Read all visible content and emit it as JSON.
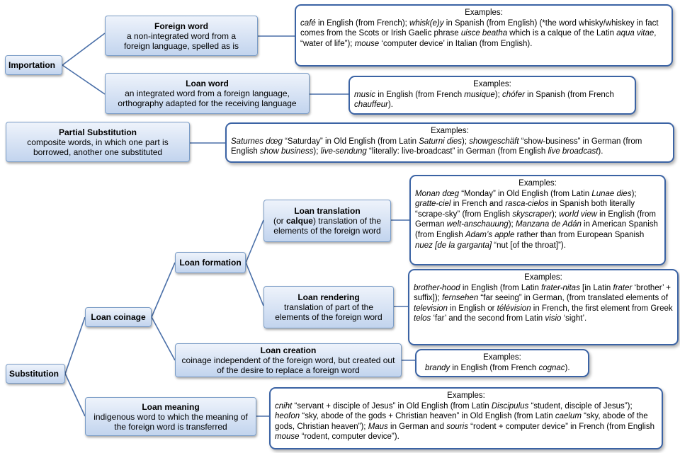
{
  "examples_heading": "Examples:",
  "importation": {
    "label": "Importation",
    "foreign_word": {
      "title": "Foreign word",
      "desc": "a non-integrated word from a foreign language, spelled as is",
      "examples_html": "<i>café</i> in English (from French); <i>whisk(e)y</i> in Spanish (from English) (*the word whisky/whiskey in fact comes from the Scots or Irish Gaelic phrase <i>uisce beatha</i> which is a calque of the Latin <i>aqua vitae</i>, “water of life”); <i>mouse</i> ‘computer device’ in Italian (from English)."
    },
    "loan_word": {
      "title": "Loan word",
      "desc": "an integrated word from a foreign language, orthography adapted for the receiving language",
      "examples_html": "<i>music</i> in English (from French <i>musique</i>); <i>chófer</i> in Spanish (from French <i>chauffeur</i>)."
    }
  },
  "partial_substitution": {
    "title": "Partial Substitution",
    "desc": "composite words, in which one part is borrowed, another one substituted",
    "examples_html": "<i>Saturnes dœg</i> “Saturday” in Old English (from Latin <i>Saturni dies</i>); <i>showgeschäft</i> “show-business” in German (from English <i>show business</i>); <i>live-sendung</i> “literally: live-broadcast” in German (from English <i>live broadcast</i>)."
  },
  "substitution": {
    "label": "Substitution",
    "loan_coinage": {
      "label": "Loan coinage",
      "loan_formation": {
        "label": "Loan formation",
        "loan_translation": {
          "title": "Loan translation",
          "desc_html": "(or <b>calque</b>) translation of the elements of the foreign word",
          "examples_html": "<i>Monan dœg</i> “Monday” in Old English (from Latin <i>Lunae dies</i>); <i>gratte-ciel</i> in French and <i>rasca-cielos</i> in Spanish both literally “scrape-sky” (from English <i>skyscraper</i>); <i>world view</i> in English (from German <i>welt-anschauung</i>); <i>Manzana de Adán</i> in American Spanish (from English <i>Adam’s apple</i> rather than from European Spanish <i>nuez [de la garganta]</i> “nut [of the throat]”)."
        },
        "loan_rendering": {
          "title": "Loan rendering",
          "desc": "translation of part of the elements of the foreign word",
          "examples_html": "<i>brother-hood</i> in English (from Latin <i>frater-nitas</i> [in Latin <i>frater</i> ‘brother’ + suffix]); <i>fernsehen</i> “far seeing” in German, (from translated elements of <i>television</i> in English or <i>télévision</i> in French, the first element from Greek <i>telos</i> ‘far’ and the second from Latin <i>visio</i> ‘sight’."
        }
      },
      "loan_creation": {
        "title": "Loan creation",
        "desc": "coinage independent of the foreign word, but created out of the desire to replace a foreign word",
        "examples_html": "<i>brandy</i> in English (from French <i>cognac</i>)."
      }
    },
    "loan_meaning": {
      "title": "Loan meaning",
      "desc": "indigenous word to which the meaning of the foreign word is transferred",
      "examples_html": "<i>cniht</i> “servant + disciple of Jesus” in Old English (from Latin <i>Discipulus</i> “student, disciple of Jesus”); <i>heofon</i> “sky, abode of the gods + Christian heaven” in Old English (from Latin <i>caelum</i> “sky, abode of the gods, Christian heaven”); <i>Maus</i> in German and <i>souris</i> “rodent + computer device” in French (from English <i>mouse</i> “rodent, computer device”)."
    }
  }
}
